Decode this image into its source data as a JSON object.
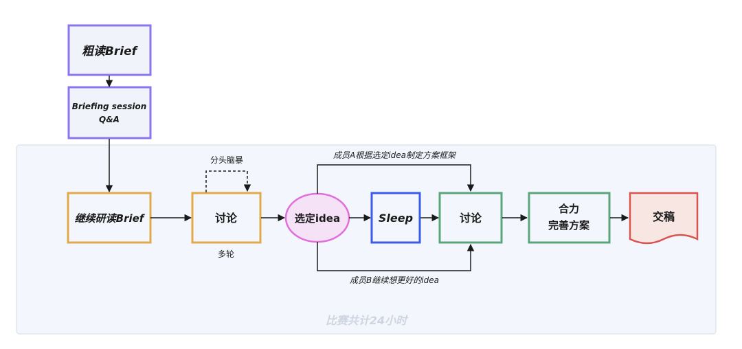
{
  "nodes": {
    "skim": "粗读Brief",
    "briefing_line1": "Briefing session",
    "briefing_line2": "Q&A",
    "continue": "继续研读Brief",
    "discuss1": "讨论",
    "select": "选定idea",
    "sleep": "Sleep",
    "discuss2": "讨论",
    "improve_line1": "合力",
    "improve_line2": "完善方案",
    "submit": "交稿"
  },
  "labels": {
    "brainstorm": "分头脑暴",
    "rounds": "多轮",
    "member_a": "成员A根据选定idea制定方案框架",
    "member_b": "成员B继续想更好的idea",
    "region_caption": "比赛共计24小时"
  },
  "colors": {
    "purple": "#8b74f0",
    "orange": "#e0a94a",
    "pink": "#e06fdc",
    "blue": "#3b5be8",
    "green": "#5aa57c",
    "red": "#d9534f",
    "region_fill": "#f3f6fc",
    "region_caption": "#cfd5e0"
  }
}
